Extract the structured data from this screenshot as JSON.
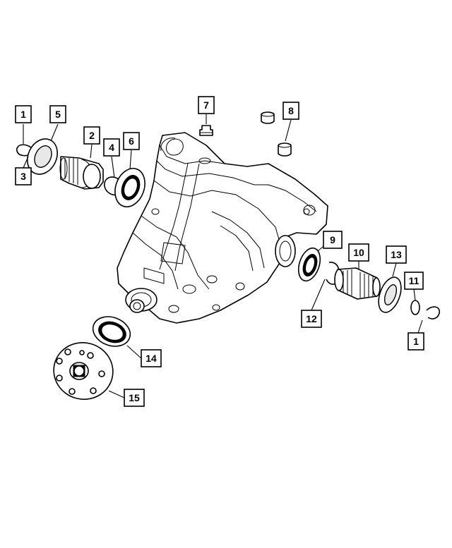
{
  "callouts": {
    "c1a": "1",
    "c2": "2",
    "c3": "3",
    "c4": "4",
    "c5": "5",
    "c6": "6",
    "c7": "7",
    "c8": "8",
    "c9": "9",
    "c10": "10",
    "c11": "11",
    "c12": "12",
    "c13": "13",
    "c14": "14",
    "c15": "15",
    "c1b": "1"
  }
}
